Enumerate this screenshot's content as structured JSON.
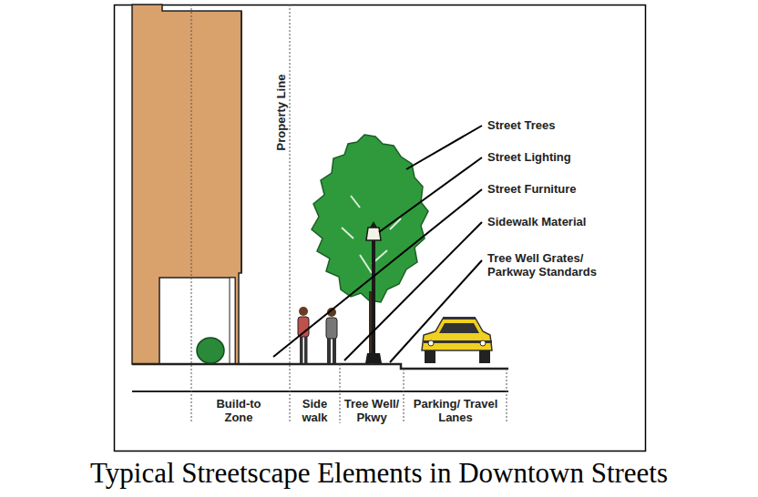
{
  "diagram": {
    "caption": "Typical Streetscape Elements in Downtown Streets",
    "labels": [
      "Property Line",
      "Street Trees",
      "Street Lighting",
      "Street Furniture",
      "Sidewalk Material",
      "Tree Well Grates/ Parkway Standards",
      "Build-to Zone",
      "Side walk",
      "Tree Well/ Pkwy",
      "Parking/ Travel Lanes"
    ]
  }
}
